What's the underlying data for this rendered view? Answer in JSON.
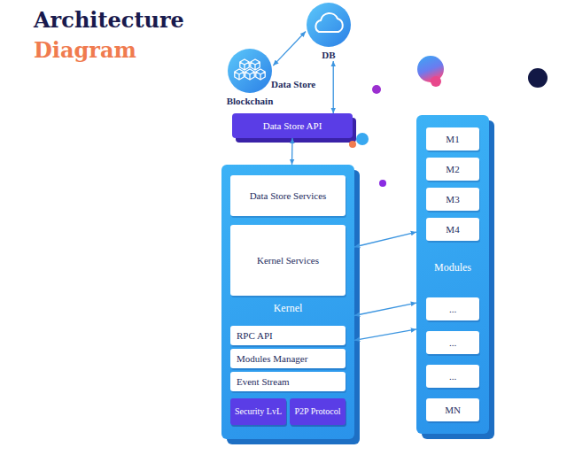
{
  "diagram": {
    "title": "Architecture Diagram",
    "nodes": [
      {
        "text": [
          "Blockchain"
        ]
      },
      {
        "text": [
          "DB"
        ]
      },
      {
        "text": [
          "Data Store API"
        ]
      },
      {
        "text": [
          "Kernel"
        ]
      },
      {
        "text": [
          "Data Store Services"
        ],
        "in": 3
      },
      {
        "text": [
          "Kernel Services"
        ],
        "in": 3
      },
      {
        "text": [
          "RPC API"
        ],
        "in": 3
      },
      {
        "text": [
          "Modules Manager"
        ],
        "in": 3
      },
      {
        "text": [
          "Event Stream"
        ],
        "in": 3
      },
      {
        "text": [
          "Security LvL"
        ],
        "in": 3
      },
      {
        "text": [
          "P2P Protocol"
        ],
        "in": 3
      },
      {
        "text": [
          "Modules"
        ]
      },
      {
        "text": [
          "M1"
        ],
        "in": 11
      },
      {
        "text": [
          "M2"
        ],
        "in": 11
      },
      {
        "text": [
          "M3"
        ],
        "in": 11
      },
      {
        "text": [
          "M4"
        ],
        "in": 11
      },
      {
        "text": [
          "..."
        ],
        "in": 11
      },
      {
        "text": [
          "..."
        ],
        "in": 11
      },
      {
        "text": [
          "..."
        ],
        "in": 11
      },
      {
        "text": [
          "MN"
        ],
        "in": 11
      }
    ],
    "edges": [
      {
        "from": 0,
        "to": 1,
        "arrow": "both"
      },
      {
        "from": 1,
        "to": 2,
        "arrow": "both"
      },
      {
        "from": 2,
        "to": 3,
        "arrow": "both"
      },
      {
        "from": 3,
        "to": 11,
        "arrow": "both"
      },
      {
        "from": 3,
        "to": 11,
        "arrow": "both"
      },
      {
        "from": 3,
        "to": 11,
        "arrow": "both"
      }
    ],
    "labels": [
      "Data Store"
    ]
  }
}
